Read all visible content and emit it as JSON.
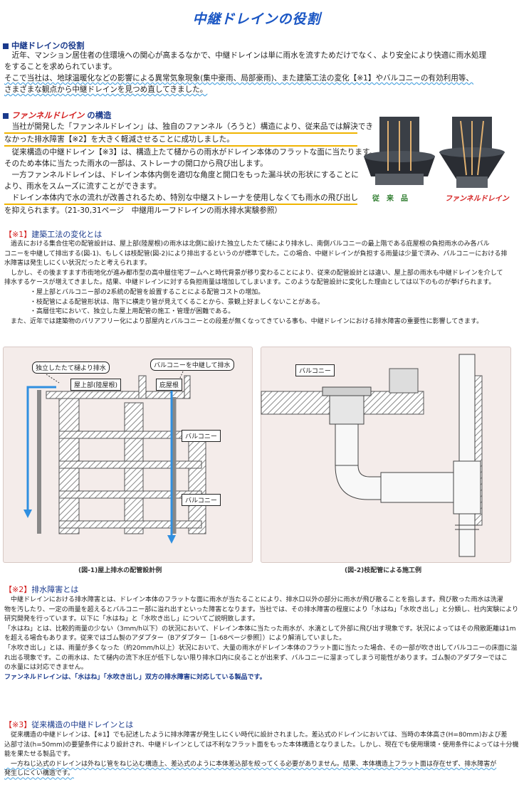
{
  "title": "中継ドレインの役割",
  "sec1": {
    "heading": "中継ドレインの役割",
    "lines": [
      "　近年、マンション居住者の住環境への関心が高まるなかで、中継ドレインは単に雨水を流すためだけでなく、より安全により快適に雨水処理",
      "をすることを求められています。",
      "そこで当社は、地球温暖化などの影響による異常気象現象(集中豪雨、局部豪雨)、また建築工法の変化【※1】やバルコニーの有効利用等、",
      "さまざまな観点から中継ドレインを見つめ直してきました。"
    ]
  },
  "sec2": {
    "brand": "ファンネルドレイン",
    "heading_suffix": "の構造",
    "lines": [
      "　当社が開発した「ファンネルドレイン」は、独自のファンネル（ろうと）構造により、従来品では解決でき",
      "なかった排水障害【※2】を大きく軽減させることに成功しました。",
      "　従来構造の中継ドレイン【※3】は、構造上たて樋からの雨水がドレイン本体のフラットな面に当たります。",
      "そのため本体に当たった雨水の一部は、ストレーナの開口から飛び出します。",
      "　一方ファンネルドレインは、ドレイン本体内側を適切な角度と開口をもった漏斗状の形状にすることに",
      "より、雨水をスムーズに流すことができます。",
      "　ドレイン本体内で水の流れが改善されるため、特別な中継ストレーナを使用しなくても雨水の飛び出し",
      "を抑えられます。（21-30,31ページ　中継用ルーフドレインの雨水排水実験参照）"
    ],
    "photo_label_left": "従　来　品",
    "photo_label_right": "ファンネルドレイン"
  },
  "note1": {
    "mark": "【※1】",
    "title": "建築工法の変化とは",
    "lines": [
      "　過去における集合住宅の配管設計は、屋上部(陸屋根)の雨水は北側に設けた独立したたて樋により排水し、南側バルコニーの最上階である庇屋根の負担雨水のみ各バル",
      "コニーを中継して排出する(図-1)、もしくは枝配管(図-2)により排出するというのが標準でした。この場合、中継ドレインが負担する雨量は少量で済み、バルコニーにおける排",
      "水障害は発生しにくい状況だったと考えられます。",
      "　しかし、その後ますます市街地化が進み都市型の高中層住宅ブームへと時代背景が移り変わることにより、従来の配管設計とは違い、屋上部の雨水も中継ドレインを介して",
      "排水するケースが増えてきました。結果、中継ドレインに対する負担雨量は増加してしまいます。このような配管設計に変化した理由としては以下のものが挙げられます。",
      "　　　　・屋上部とバルコニー部の2系統の配管を設置することによる配管コストの増加。",
      "　　　　・枝配管による配管形状は、階下に横走り管が見えてくることから、景観上好ましくないことがある。",
      "　　　　・高層住宅において、独立した屋上用配管の施工・管理が困難である。",
      "　また、近年では建築物のバリアフリー化により部屋内とバルコニーとの段差が無くなってきている事も、中継ドレインにおける排水障害の重要性に影響してきます。"
    ]
  },
  "fig1": {
    "caption": "(図-1)屋上排水の配管設計例",
    "label_tateto": "独立したたて樋より排水",
    "label_balcony_chukei": "バルコニーを中継して排水",
    "label_roof": "屋上部(陸屋根)",
    "label_hisashi": "庇屋根",
    "label_balcony1": "バルコニー",
    "label_balcony2": "バルコニー"
  },
  "fig2": {
    "caption": "(図-2)枝配管による施工例",
    "label_balcony": "バルコニー"
  },
  "note2": {
    "mark": "【※2】",
    "title": "排水障害とは",
    "lines": [
      "　中継ドレインにおける排水障害とは、ドレイン本体のフラットな面に雨水が当たることにより、排水口以外の部分に雨水が飛び散ることを指します。飛び散った雨水は洗濯",
      "物を汚したり、一定の雨量を超えるとバルコニー部に溢れ出すといった障害となります。当社では、その排水障害の程度により「水はね」「水吹き出し」と分類し、社内実験により",
      "研究開発を行っています。以下に「水はね」と「水吹き出し」についてご説明致します。",
      "「水はね」とは、比較的雨量の少ない（3mm/h以下）の状況において、ドレイン本体に当たった雨水が、水滴として外部に飛び出す現象です。状況によってはその飛散距離は1m",
      "を超える場合もあります。従来ではゴム製のアダプター（Bアダプター［1-68ページ参照］）により解消していました。",
      "「水吹き出し」とは、雨量が多くなった（約20mm/h以上）状況において、大量の雨水がドレイン本体のフラット面に当たった場合、その一部が吹き出してバルコニーの床面に溢",
      "れ出る現象です。この雨水は、たて樋内の流下水圧が低下しない限り排水口内に戻ることが出来ず、バルコニーに溜まってしまう可能性があります。ゴム製のアダプターではこ",
      "の水量には対応できません。",
      "ファンネルドレインは、「水はね」「水吹き出し」双方の排水障害に対応している製品です。"
    ]
  },
  "note3": {
    "mark": "【※3】",
    "title": "従来構造の中継ドレインとは",
    "lines": [
      "　従来構造の中継ドレインは、【※1】でも記述したように排水障害が発生しにくい時代に設計されました。差込式のドレインにおいては、当時の本体高さ(H=80mm)および差",
      "込部寸法(h=50mm)の要望条件により設計され、中継ドレインとしては不利なフラット面をもった本体構造となりました。しかし、現在でも使用環境・使用条件によっては十分機",
      "能を果たせる製品です。",
      "　一方ねじ込式のドレインは外ねじ管をねじ込む構造上、差込式のように本体差込部を絞ってくる必要がありません。結果、本体構造上フラット面は存在せず、排水障害が",
      "発生しにくい構造です。"
    ]
  },
  "colors": {
    "title": "#1a56c4",
    "heading": "#1a3a8c",
    "accent": "#d42020",
    "highlight": "#f0b400",
    "figure_bg": "#f4ecea",
    "arrow": "#2f8fe0"
  }
}
